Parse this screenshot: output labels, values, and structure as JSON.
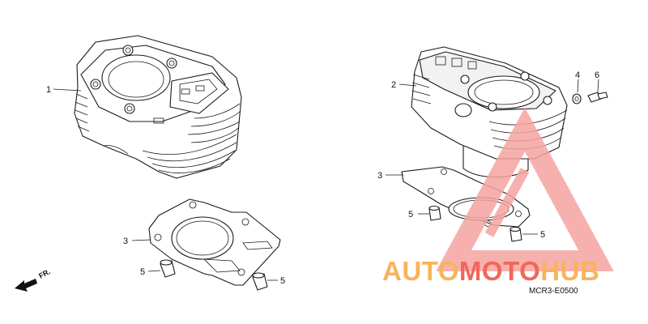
{
  "callouts": {
    "left": [
      "1",
      "3",
      "5",
      "5"
    ],
    "right": [
      "2",
      "4",
      "6",
      "3",
      "5",
      "5"
    ]
  },
  "front_marker": "FR.",
  "drawing_code": "MCR3-E0500",
  "watermark": {
    "part_a": "AUTO",
    "part_b": "MOTO",
    "part_c": "HUB",
    "colors": {
      "orange": "#f7b45a",
      "red": "#f0675a",
      "triangle": "#f5a4a0"
    }
  }
}
